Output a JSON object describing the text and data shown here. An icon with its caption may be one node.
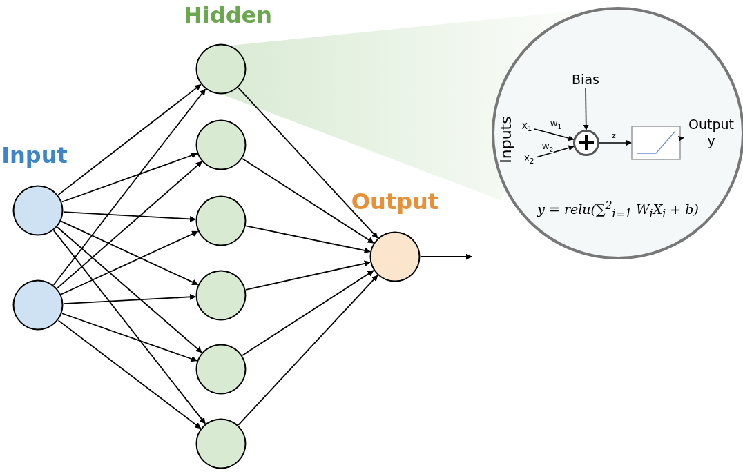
{
  "diagram": {
    "nodes": [
      {
        "text": [],
        "shape": "circle"
      },
      {
        "text": [],
        "shape": "circle"
      },
      {
        "text": [],
        "shape": "circle"
      },
      {
        "text": [],
        "shape": "circle"
      },
      {
        "text": [],
        "shape": "circle"
      },
      {
        "text": [],
        "shape": "circle"
      },
      {
        "text": [],
        "shape": "circle"
      },
      {
        "text": [],
        "shape": "circle"
      },
      {
        "text": [],
        "shape": "circle"
      },
      {
        "text": [
          "Inputs",
          "y = relu(∑$^{2}$$_{i=1}$ W$_{i}$X$_{i}$ + b)"
        ]
      },
      {
        "text": [
          "Bias"
        ],
        "in": 9
      },
      {
        "text": [
          "X$_{1}$"
        ],
        "in": 9
      },
      {
        "text": [
          "X$_{2}$"
        ],
        "in": 9
      },
      {
        "text": [],
        "shape": "circle",
        "in": 9
      },
      {
        "text": [],
        "shape": "box",
        "in": 9
      },
      {
        "text": [
          "Output y"
        ],
        "in": 9
      }
    ],
    "edges": [
      {
        "from": 0,
        "to": 2,
        "arrow": "to"
      },
      {
        "from": 0,
        "to": 3,
        "arrow": "to"
      },
      {
        "from": 0,
        "to": 4,
        "arrow": "to"
      },
      {
        "from": 0,
        "to": 5,
        "arrow": "to"
      },
      {
        "from": 0,
        "to": 6,
        "arrow": "to"
      },
      {
        "from": 0,
        "to": 7,
        "arrow": "to"
      },
      {
        "from": 1,
        "to": 2,
        "arrow": "to"
      },
      {
        "from": 1,
        "to": 3,
        "arrow": "to"
      },
      {
        "from": 1,
        "to": 4,
        "arrow": "to"
      },
      {
        "from": 1,
        "to": 5,
        "arrow": "to"
      },
      {
        "from": 1,
        "to": 6,
        "arrow": "to"
      },
      {
        "from": 1,
        "to": 7,
        "arrow": "to"
      },
      {
        "from": 2,
        "to": 8,
        "arrow": "to"
      },
      {
        "from": 3,
        "to": 8,
        "arrow": "to"
      },
      {
        "from": 4,
        "to": 8,
        "arrow": "to"
      },
      {
        "from": 5,
        "to": 8,
        "arrow": "to"
      },
      {
        "from": 6,
        "to": 8,
        "arrow": "to"
      },
      {
        "from": 7,
        "to": 8,
        "arrow": "to"
      },
      {
        "from": 8,
        "to": null,
        "arrow": "to"
      },
      {
        "from": 11,
        "to": 13,
        "label": "W$_{1}$",
        "arrow": "to"
      },
      {
        "from": 12,
        "to": 13,
        "label": "W$_{2}$",
        "arrow": "to"
      },
      {
        "from": 10,
        "to": 13,
        "arrow": "to"
      },
      {
        "from": 13,
        "to": 14,
        "label": "z",
        "arrow": "to"
      },
      {
        "from": 14,
        "to": 15,
        "arrow": "to"
      }
    ],
    "labels": [
      "Hidden",
      "Input",
      "Output"
    ]
  }
}
